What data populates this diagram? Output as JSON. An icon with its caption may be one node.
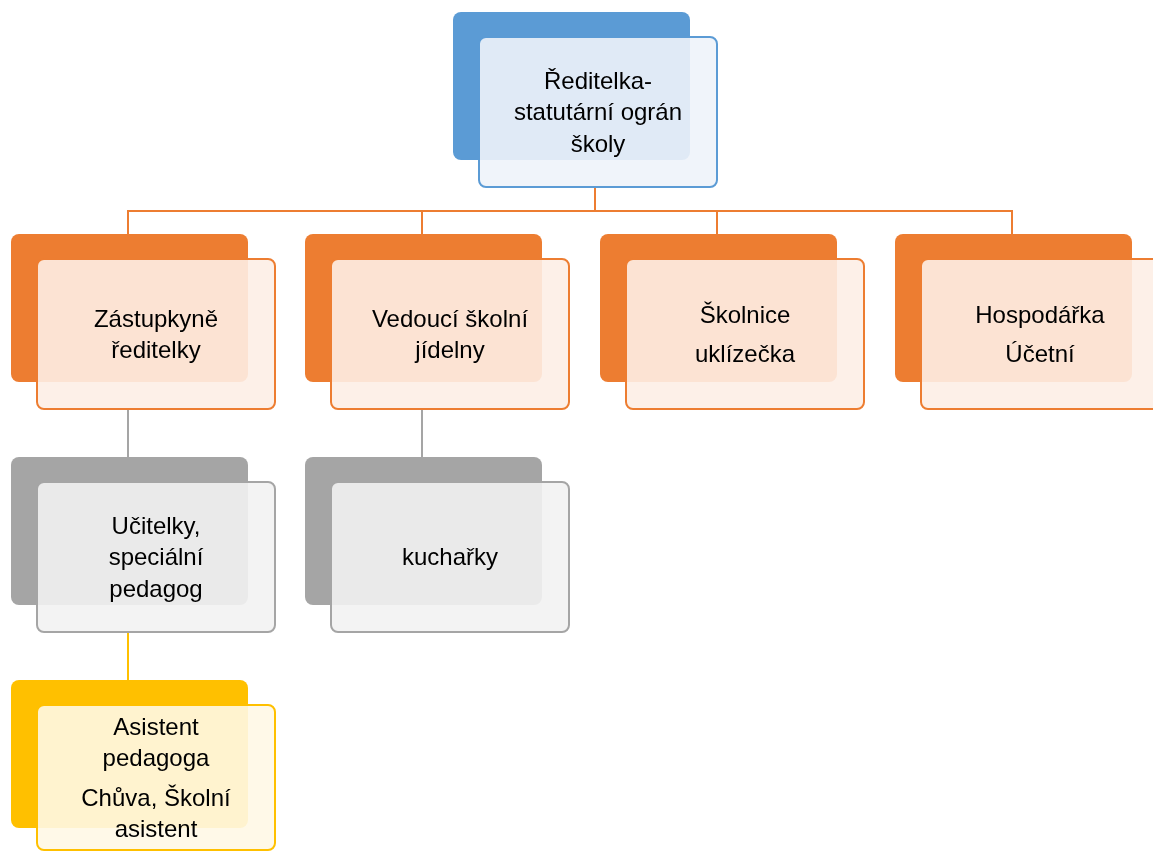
{
  "diagram": {
    "nodes": [
      {
        "text": [
          "Ředitelka- statutární ográn školy"
        ]
      },
      {
        "text": [
          "Zástupkyně ředitelky"
        ]
      },
      {
        "text": [
          "Vedoucí školní jídelny"
        ]
      },
      {
        "text": [
          "Školnice",
          "uklízečka"
        ]
      },
      {
        "text": [
          "Hospodářka",
          "Účetní"
        ]
      },
      {
        "text": [
          "Učitelky, speciální pedagog"
        ]
      },
      {
        "text": [
          "kuchařky"
        ]
      },
      {
        "text": [
          "Asistent pedagoga",
          "Chůva, Školní asistent"
        ]
      }
    ],
    "edges": [
      {
        "from": 0,
        "to": 1,
        "arrow": "none"
      },
      {
        "from": 0,
        "to": 2,
        "arrow": "none"
      },
      {
        "from": 0,
        "to": 3,
        "arrow": "none"
      },
      {
        "from": 0,
        "to": 4,
        "arrow": "none"
      },
      {
        "from": 1,
        "to": 5,
        "arrow": "none",
        "color": "#a5a5a5"
      },
      {
        "from": 2,
        "to": 6,
        "arrow": "none",
        "color": "#a5a5a5"
      },
      {
        "from": 5,
        "to": 7,
        "arrow": "none",
        "color": "#ffc000"
      }
    ]
  }
}
